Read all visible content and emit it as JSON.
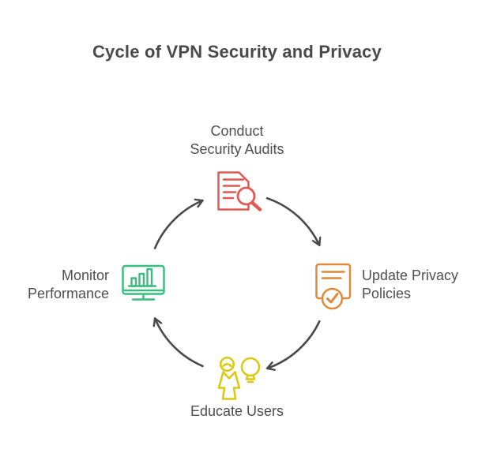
{
  "diagram": {
    "title": "Cycle of VPN Security and Privacy",
    "type": "cycle",
    "direction": "clockwise",
    "arrow_color": "#4a4a4a",
    "text_color": "#4f4f4f",
    "background_color": "#ffffff",
    "nodes": {
      "top": {
        "line1": "Conduct",
        "line2": "Security Audits",
        "icon": "document-search-icon",
        "color": "#e15855"
      },
      "right": {
        "line1": "Update Privacy",
        "line2": "Policies",
        "icon": "document-check-icon",
        "color": "#df8a38"
      },
      "bottom": {
        "line1": "Educate Users",
        "icon": "person-balloon-icon",
        "color": "#dcc90e"
      },
      "left": {
        "line1": "Monitor",
        "line2": "Performance",
        "icon": "monitor-bar-chart-icon",
        "color": "#3bbb7e"
      }
    },
    "sequence": [
      "Conduct Security Audits",
      "Update Privacy Policies",
      "Educate Users",
      "Monitor Performance"
    ]
  }
}
